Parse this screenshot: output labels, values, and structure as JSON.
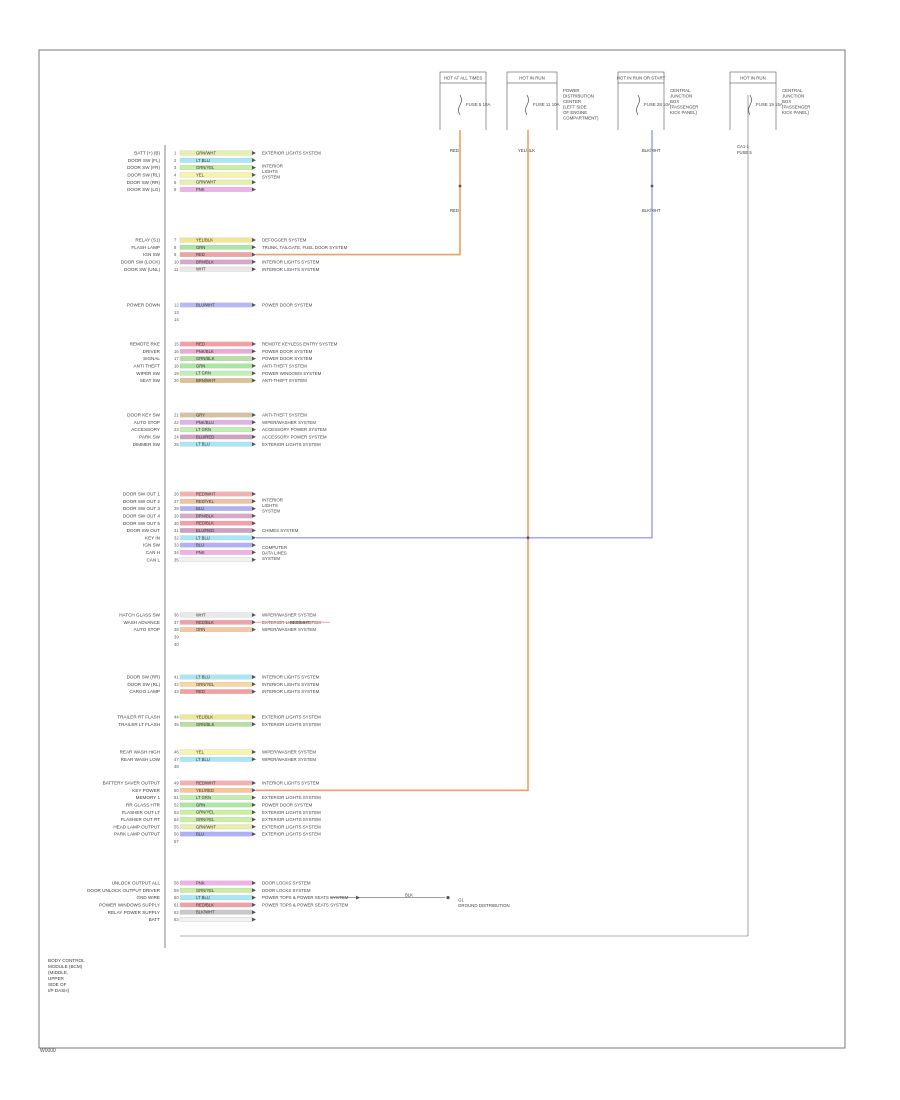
{
  "image_code": "W0000",
  "module_label": [
    "BODY CONTROL",
    "MODULE (BCM)",
    "(MIDDLE,",
    "UPPER",
    "SIDE OF",
    "I/P DASH)"
  ],
  "fuse_boxes": [
    {
      "title": "HOT AT ALL TIMES",
      "fuse": "FUSE 5 10A",
      "info": []
    },
    {
      "title": "HOT IN RUN",
      "fuse": "FUSE 11 10A",
      "info": [
        "POWER",
        "DISTRIBUTION",
        "CENTER",
        "(LEFT SIDE",
        "OF ENGINE",
        "COMPARTMENT)"
      ]
    },
    {
      "title": "HOT IN RUN OR START",
      "fuse": "FUSE 28 10A",
      "info": [
        "CENTRAL",
        "JUNCTION",
        "BOX",
        "(PASSENGER",
        "KICK PANEL)"
      ]
    },
    {
      "title": "HOT IN RUN",
      "fuse": "FUSE 19 15A",
      "info": [
        "CENTRAL",
        "JUNCTION",
        "BOX",
        "(PASSENGER",
        "KICK PANEL)"
      ]
    }
  ],
  "fuse_wires": [
    {
      "top": "RED",
      "bottom": "RED"
    },
    {
      "top": "YEL/BLK",
      "bottom": ""
    },
    {
      "top": "BLK/WHT",
      "bottom": "BLK/WHT"
    }
  ],
  "right_ground": [
    "CA1-1",
    "FUSE 5"
  ],
  "groups": [
    {
      "rows": [
        {
          "label": "BATT (+) (B)",
          "pin": "1",
          "wire": "GRN/WHT",
          "target": "EXTERIOR LIGHTS SYSTEM"
        },
        {
          "label": "DOOR SW (FL)",
          "pin": "2",
          "wire": "LT BLU",
          "target": ""
        },
        {
          "label": "DOOR SW (FR)",
          "pin": "3",
          "wire": "GRN/YEL",
          "target": ""
        },
        {
          "label": "DOOR SW (RL)",
          "pin": "4",
          "wire": "YEL",
          "target": ""
        },
        {
          "label": "DOOR SW (RR)",
          "pin": "5",
          "wire": "GRN/WHT",
          "target": ""
        },
        {
          "label": "DOOR SW (LG)",
          "pin": "6",
          "wire": "PNK",
          "target": ""
        }
      ],
      "side_text": [
        "INTERIOR",
        "LIGHTS",
        "SYSTEM"
      ]
    },
    {
      "rows": [
        {
          "label": "RELAY (S1)",
          "pin": "7",
          "wire": "YEL/BLK",
          "target": "DEFOGGER SYSTEM"
        },
        {
          "label": "FLASH LAMP",
          "pin": "8",
          "wire": "GRN",
          "target": "TRUNK, TAILGATE, FUEL DOOR SYSTEM"
        },
        {
          "label": "IGN SW",
          "pin": "9",
          "wire": "RED",
          "target": ""
        },
        {
          "label": "DOOR SW (LOCK)",
          "pin": "10",
          "wire": "BRN/BLK",
          "target": "INTERIOR LIGHTS SYSTEM"
        },
        {
          "label": "DOOR SW (UNL)",
          "pin": "11",
          "wire": "WHT",
          "target": "INTERIOR LIGHTS SYSTEM"
        }
      ]
    },
    {
      "rows": [
        {
          "label": "POWER DOWN",
          "pin": "12",
          "wire": "BLU/WHT",
          "target": "POWER DOOR SYSTEM"
        }
      ],
      "extra_pins": [
        "13",
        "14"
      ]
    },
    {
      "rows": [
        {
          "label": "REMOTE RKE",
          "pin": "15",
          "wire": "RED",
          "target": "REMOTE KEYLESS ENTRY SYSTEM"
        },
        {
          "label": "DRIVER",
          "pin": "16",
          "wire": "PNK/BLK",
          "target": "POWER DOOR SYSTEM"
        },
        {
          "label": "SIGNAL",
          "pin": "17",
          "wire": "GRN/BLK",
          "target": "POWER DOOR SYSTEM"
        },
        {
          "label": "ANTI THEFT",
          "pin": "18",
          "wire": "GRN",
          "target": "ANTI-THEFT SYSTEM"
        },
        {
          "label": "WIPER SW",
          "pin": "19",
          "wire": "LT GRN",
          "target": "POWER WINDOWS SYSTEM"
        },
        {
          "label": "SEAT SW",
          "pin": "20",
          "wire": "BRN/WHT",
          "target": "ANTI-THEFT SYSTEM"
        }
      ]
    },
    {
      "rows": [
        {
          "label": "DOOR KEY SW",
          "pin": "21",
          "wire": "GRY",
          "target": "ANTI-THEFT SYSTEM"
        },
        {
          "label": "AUTO STOP",
          "pin": "22",
          "wire": "PNK/BLU",
          "target": "WIPER/WASHER SYSTEM"
        },
        {
          "label": "ACCESSORY",
          "pin": "23",
          "wire": "LT GRN",
          "target": "ACCESSORY POWER SYSTEM"
        },
        {
          "label": "PARK SW",
          "pin": "24",
          "wire": "BLU/RED",
          "target": "ACCESSORY POWER SYSTEM"
        },
        {
          "label": "DIMMER SW",
          "pin": "25",
          "wire": "LT BLU",
          "target": "EXTERIOR LIGHTS SYSTEM"
        }
      ]
    },
    {
      "rows": [
        {
          "label": "DOOR SW OUT 1",
          "pin": "26",
          "wire": "RED/WHT",
          "target": ""
        },
        {
          "label": "DOOR SW OUT 2",
          "pin": "27",
          "wire": "RED/YEL",
          "target": ""
        },
        {
          "label": "DOOR SW OUT 3",
          "pin": "28",
          "wire": "BLU",
          "target": ""
        },
        {
          "label": "DOOR SW OUT 4",
          "pin": "29",
          "wire": "BRN/BLK",
          "target": ""
        },
        {
          "label": "DOOR SW OUT 5",
          "pin": "30",
          "wire": "RED/BLK",
          "target": ""
        },
        {
          "label": "DOOR SW OUT",
          "pin": "31",
          "wire": "BLU/RED",
          "target": "CHIMES SYSTEM"
        },
        {
          "label": "KEY IN",
          "pin": "32",
          "wire": "LT BLU",
          "target": ""
        },
        {
          "label": "IGN SW",
          "pin": "33",
          "wire": "BLU",
          "target": ""
        },
        {
          "label": "CAN H",
          "pin": "34",
          "wire": "PNK",
          "target": ""
        },
        {
          "label": "CAN L",
          "pin": "35",
          "wire": "",
          "target": ""
        }
      ],
      "side_text": [
        "INTERIOR",
        "LIGHTS",
        "SYSTEM"
      ],
      "side_text2": [
        "COMPUTER",
        "DATA LINES",
        "SYSTEM"
      ]
    },
    {
      "rows": [
        {
          "label": "HATCH GLASS SW",
          "pin": "36",
          "wire": "WHT",
          "target": "WIPER/WASHER SYSTEM"
        },
        {
          "label": "WASH ADVANCE",
          "pin": "37",
          "wire": "RED/BLK",
          "target": "EXTERIOR LIGHTS SYSTEM"
        },
        {
          "label": "AUTO STOP",
          "pin": "38",
          "wire": "ORN",
          "target": "WIPER/WASHER SYSTEM"
        }
      ],
      "mid_wire": "RED/WHT",
      "extra_pins": [
        "39",
        "40"
      ]
    },
    {
      "rows": [
        {
          "label": "DOOR SW (RR)",
          "pin": "41",
          "wire": "LT BLU",
          "target": "INTERIOR LIGHTS SYSTEM"
        },
        {
          "label": "DOOR SW (RL)",
          "pin": "42",
          "wire": "ORN/YEL",
          "target": "INTERIOR LIGHTS SYSTEM"
        },
        {
          "label": "CARGO LAMP",
          "pin": "43",
          "wire": "RED",
          "target": "INTERIOR LIGHTS SYSTEM"
        }
      ]
    },
    {
      "rows": [
        {
          "label": "TRAILER RT FLASH",
          "pin": "44",
          "wire": "YEL/BLK",
          "target": "EXTERIOR LIGHTS SYSTEM"
        },
        {
          "label": "TRAILER LT FLASH",
          "pin": "45",
          "wire": "GRN/BLK",
          "target": "EXTERIOR LIGHTS SYSTEM"
        }
      ]
    },
    {
      "rows": [
        {
          "label": "REAR WASH HIGH",
          "pin": "46",
          "wire": "YEL",
          "target": "WIPER/WASHER SYSTEM"
        },
        {
          "label": "REAR WASH LOW",
          "pin": "47",
          "wire": "LT BLU",
          "target": "WIPER/WASHER SYSTEM"
        }
      ],
      "extra_pins": [
        "48"
      ]
    },
    {
      "rows": [
        {
          "label": "BATTERY SAVER OUTPUT",
          "pin": "49",
          "wire": "RED/WHT",
          "target": "INTERIOR LIGHTS SYSTEM"
        },
        {
          "label": "KEY POWER",
          "pin": "50",
          "wire": "YEL/RED",
          "target": ""
        },
        {
          "label": "MEMORY 1",
          "pin": "51",
          "wire": "LT GRN",
          "target": "EXTERIOR LIGHTS SYSTEM"
        },
        {
          "label": "RR GLASS HTR",
          "pin": "52",
          "wire": "GRN",
          "target": "POWER DOOR SYSTEM"
        },
        {
          "label": "FLASHER OUT LT",
          "pin": "53",
          "wire": "GRN/YEL",
          "target": "EXTERIOR LIGHTS SYSTEM"
        },
        {
          "label": "FLASHER OUT RT",
          "pin": "54",
          "wire": "GRN/YEL",
          "target": "EXTERIOR LIGHTS SYSTEM"
        },
        {
          "label": "HEAD LAMP OUTPUT",
          "pin": "55",
          "wire": "GRN/WHT",
          "target": "EXTERIOR LIGHTS SYSTEM"
        },
        {
          "label": "PARK LAMP OUTPUT",
          "pin": "56",
          "wire": "BLU",
          "target": "EXTERIOR LIGHTS SYSTEM"
        }
      ],
      "extra_pins": [
        "57"
      ]
    },
    {
      "rows": [
        {
          "label": "UNLOCK OUTPUT ALL",
          "pin": "58",
          "wire": "PNK",
          "target": "DOOR LOCKS SYSTEM"
        },
        {
          "label": "DOOR UNLOCK OUTPUT DRIVER",
          "pin": "59",
          "wire": "GRN/YEL",
          "target": "DOOR LOCKS SYSTEM"
        },
        {
          "label": "GND WIRE",
          "pin": "60",
          "wire": "LT BLU",
          "target": "POWER TOPS & POWER SEATS SYSTEM"
        },
        {
          "label": "POWER WINDOWS SUPPLY",
          "pin": "61",
          "wire": "RED/BLK",
          "target": "POWER TOPS & POWER SEATS SYSTEM"
        },
        {
          "label": "RELAY POWER SUPPLY",
          "pin": "62",
          "wire": "BLK/WHT",
          "target": ""
        },
        {
          "label": "BATT",
          "pin": "63",
          "wire": "",
          "target": ""
        }
      ],
      "gnd_wire": "BLK",
      "gnd_label": [
        "G1",
        "GROUND DISTRIBUTION"
      ]
    }
  ],
  "colors": {
    "orange": "#f0a060",
    "blue": "#8a8af0",
    "border": "#555555",
    "frame": "#7a7a7a"
  },
  "wire_colors": {
    "GRN/WHT": "#e6f0a8",
    "LT BLU": "#a8e8f4",
    "GRN/YEL": "#c8f0a0",
    "YEL": "#f8f4a0",
    "PNK": "#f0b0e8",
    "YEL/BLK": "#f0e890",
    "GRN": "#a8e8a0",
    "RED": "#f4a0a0",
    "BRN/BLK": "#d8a8c8",
    "WHT": "#e8e8e8",
    "BLU/WHT": "#b8b8f8",
    "PNK/BLK": "#f0a8d8",
    "GRN/BLK": "#b8e0a0",
    "LT GRN": "#c0f0b0",
    "BRN/WHT": "#e0c090",
    "GRY": "#d8c0a0",
    "PNK/BLU": "#e0b0e8",
    "BLU/RED": "#d0a0c0",
    "RED/WHT": "#f4b0b0",
    "RED/YEL": "#f4c0a0",
    "BLU": "#b0b0f8",
    "RED/BLK": "#f0a0a8",
    "ORN": "#f8c8a0",
    "ORN/YEL": "#f8d8a0",
    "YEL/RED": "#f8c890",
    "BLK/WHT": "#c8c8c8",
    "": "#f2f2f2"
  }
}
